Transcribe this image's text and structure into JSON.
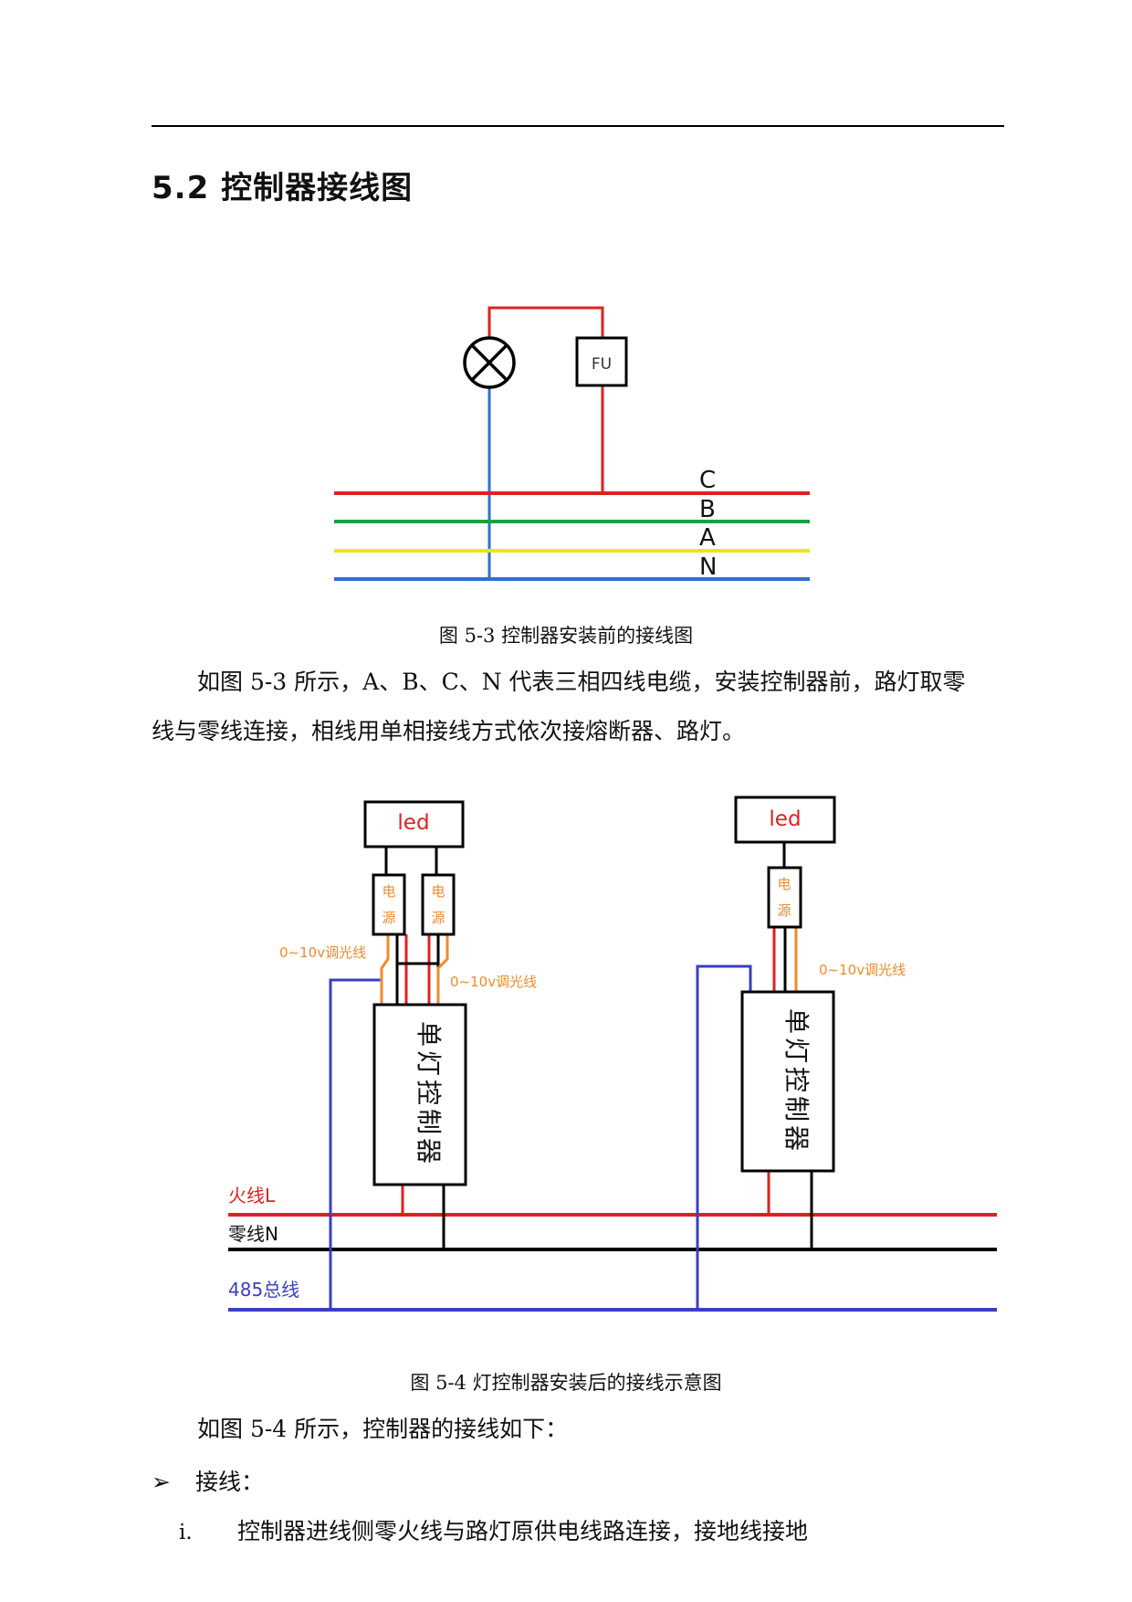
{
  "section_title": "5.2 控制器接线图",
  "figure1": {
    "fuse_label": "FU",
    "phase_labels": [
      "C",
      "B",
      "A",
      "N"
    ],
    "caption": "图 5-3  控制器安装前的接线图"
  },
  "paragraph1_line1": "如图 5-3 所示，A、B、C、N 代表三相四线电缆，安装控制器前，路灯取零",
  "paragraph1_line2": "线与零线连接，相线用单相接线方式依次接熔断器、路灯。",
  "figure2": {
    "led_label": "led",
    "psu_char1": "电",
    "psu_char2": "源",
    "dimming_label": "0~10v调光线",
    "controller_text": "单灯控制器",
    "live_label": "火线L",
    "neutral_label": "零线N",
    "bus_label": "485总线",
    "caption": "图 5-4  灯控制器安装后的接线示意图"
  },
  "paragraph2": "如图 5-4 所示，控制器的接线如下：",
  "bullet": {
    "marker": "➢",
    "text": "接线："
  },
  "item1": {
    "number": "i.",
    "text": "控制器进线侧零火线与路灯原供电线路连接，接地线接地"
  },
  "colors": {
    "red": "#e02020",
    "green": "#1aa040",
    "yellow": "#f2e21a",
    "blue": "#2f6fd0",
    "orange": "#f08a2c",
    "bus": "#3a3fc0"
  }
}
